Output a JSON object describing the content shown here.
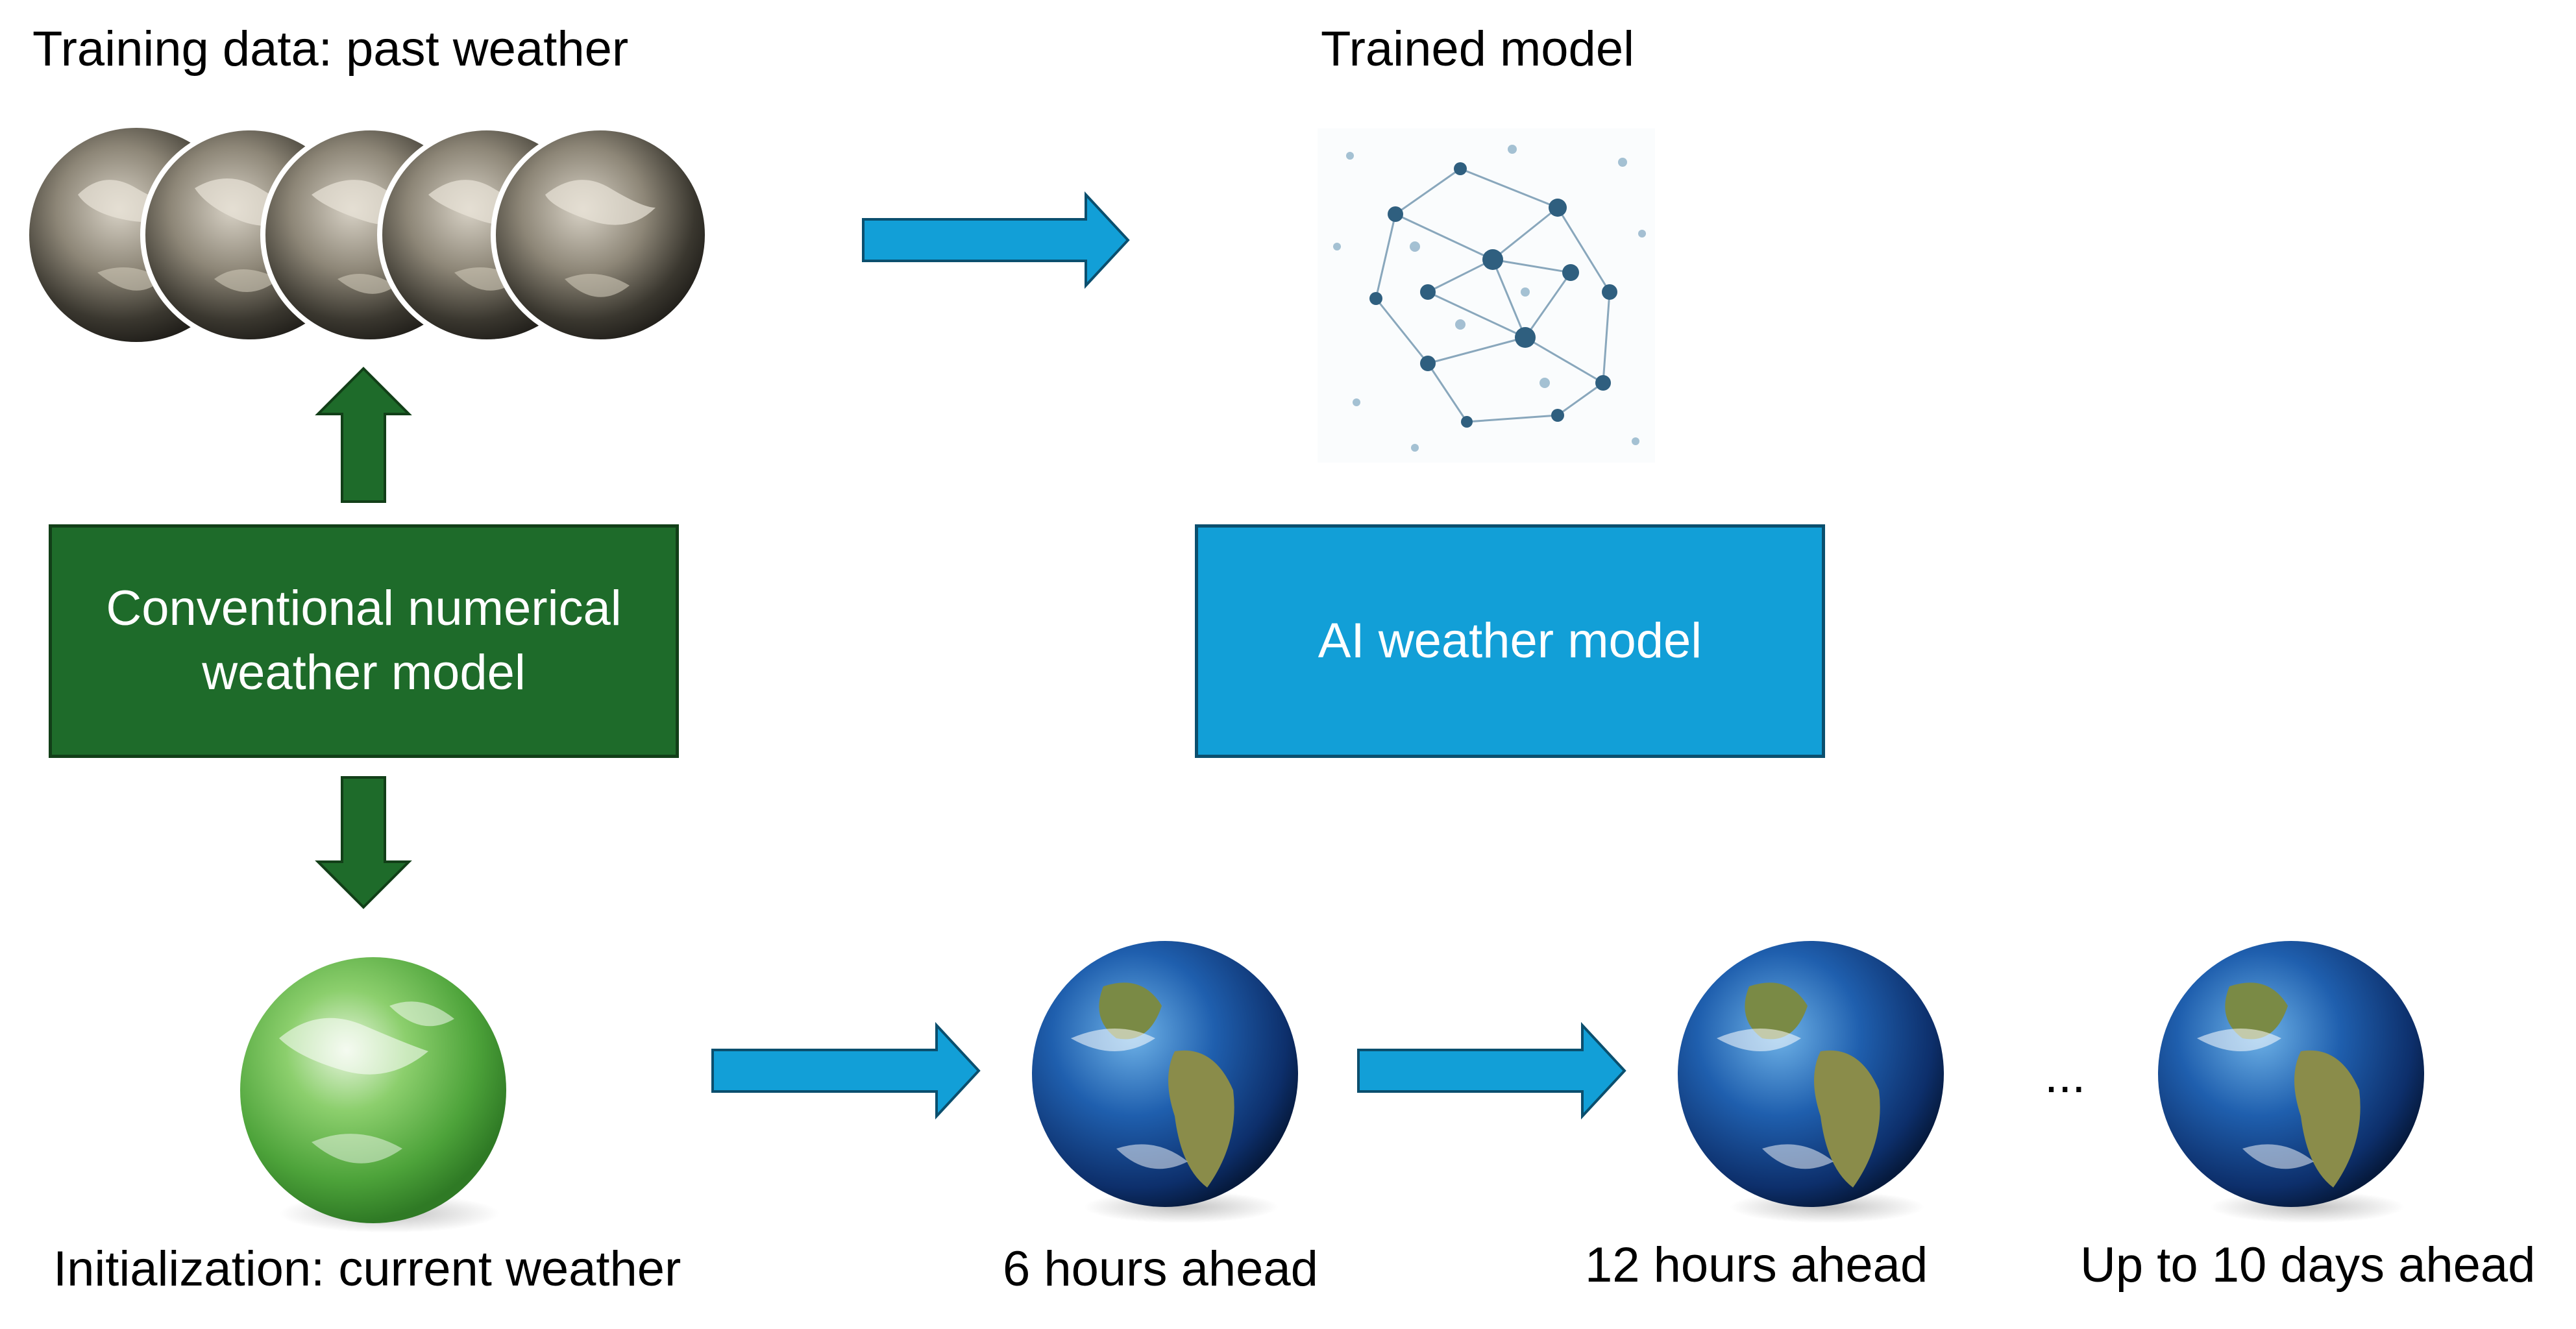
{
  "labels": {
    "training_data": "Training data: past weather",
    "trained_model": "Trained model",
    "initialization": "Initialization: current weather",
    "six_hours": "6 hours ahead",
    "twelve_hours": "12 hours ahead",
    "ten_days": "Up to 10 days ahead",
    "ellipsis": "..."
  },
  "boxes": {
    "conventional_line1": "Conventional numerical",
    "conventional_line2": "weather model",
    "ai_model": "AI weather model"
  },
  "colors": {
    "green_box": "#1e6b2a",
    "green_arrow": "#1e6b2a",
    "blue_box": "#129fd7",
    "blue_arrow": "#129fd7",
    "network_node": "#2f5f7f"
  },
  "icons": {
    "past_weather": "greyscale-globe-icon",
    "network": "neural-network-icon",
    "current_weather": "green-globe-icon",
    "forecast": "earth-globe-icon"
  }
}
